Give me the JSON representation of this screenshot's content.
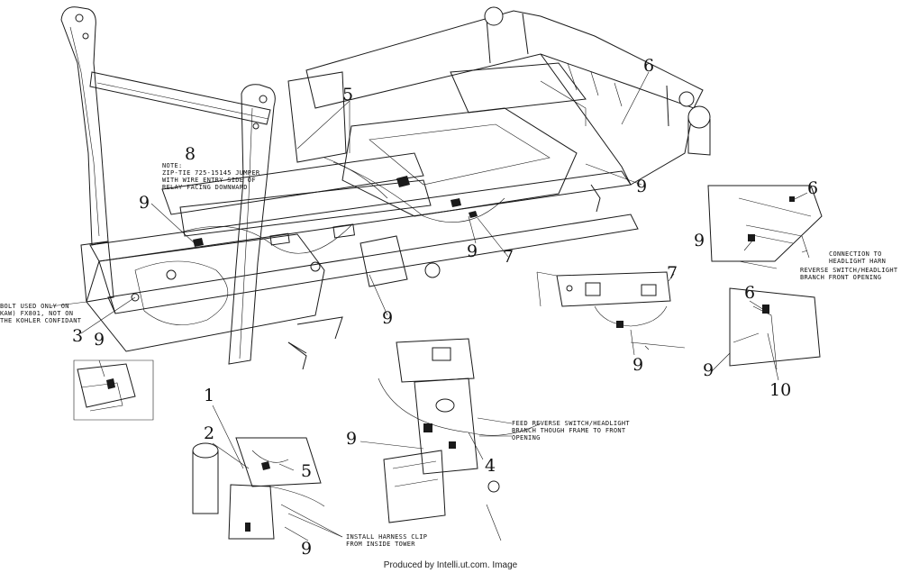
{
  "diagram": {
    "callouts": {
      "c1": "1",
      "c2": "2",
      "c3": "3",
      "c4": "4",
      "c5a": "5",
      "c5b": "5",
      "c6a": "6",
      "c6b": "6",
      "c6c": "6",
      "c7a": "7",
      "c7b": "7",
      "c8": "8",
      "c9a": "9",
      "c9b": "9",
      "c9c": "9",
      "c9d": "9",
      "c9e": "9",
      "c9f": "9",
      "c9g": "9",
      "c9h": "9",
      "c9i": "9",
      "c9j": "9",
      "c10": "10"
    },
    "notes": {
      "note8": "NOTE:\nZIP-TIE 725-15145 JUMPER\nWITH WIRE ENTRY SIDE OF\nRELAY FACING DOWNWARD",
      "bolt": "BOLT USED ONLY ON\nKAW) FX801, NOT ON\nTHE KOHLER CONFIDANT",
      "headlight_harn": "CONNECTION TO\nHEADLIGHT HARN",
      "reverse_switch": "REVERSE SWITCH/HEADLIGHT\nBRANCH FRONT OPENING",
      "feed_reverse": "FEED REVERSE SWITCH/HEADLIGHT\nBRANCH THOUGH FRAME TO FRONT\nOPENING",
      "harness_clip": "INSTALL HARNESS CLIP\nFROM INSIDE TOWER"
    },
    "footer": "Produced by Intelli.ut.com.  Image"
  }
}
